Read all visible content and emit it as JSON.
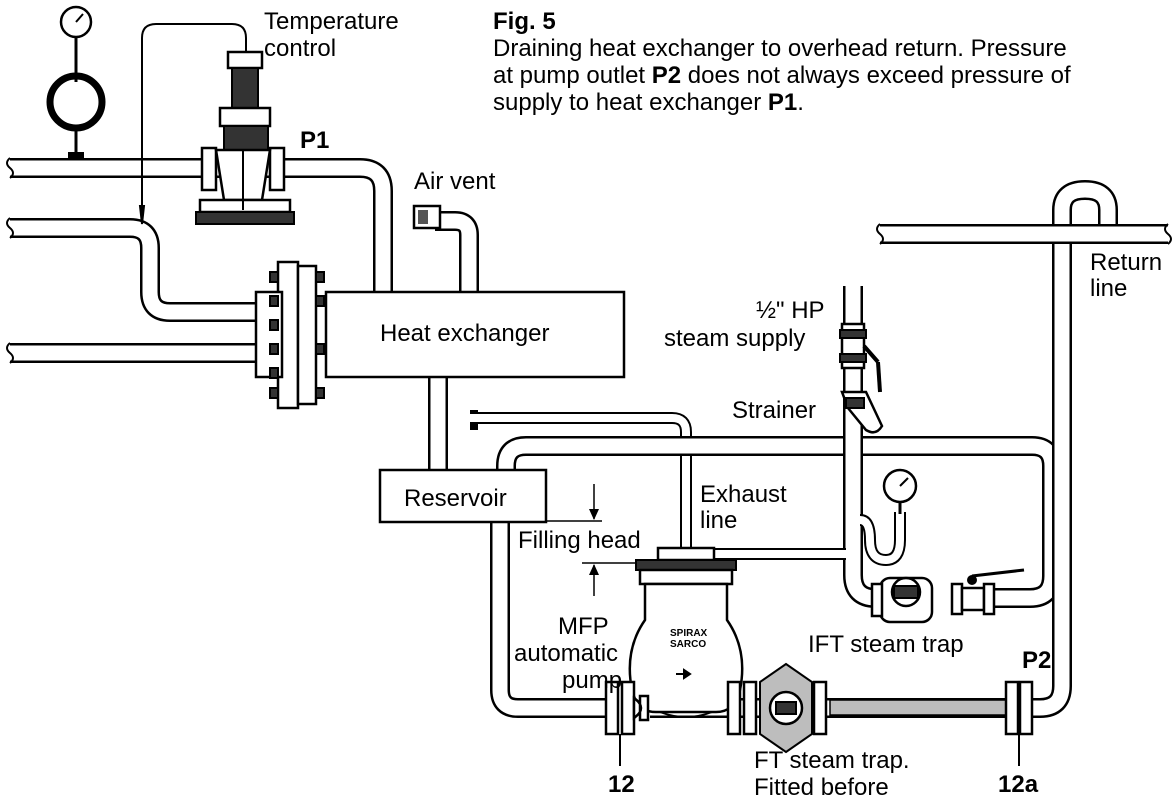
{
  "figure": {
    "number": "Fig. 5",
    "caption_line1": "Draining heat exchanger to overhead return. Pressure",
    "caption_line2_a": "at pump outlet ",
    "caption_line2_b": "P2",
    "caption_line2_c": " does not always exceed pressure of",
    "caption_line3_a": "supply to heat exchanger ",
    "caption_line3_b": "P1",
    "caption_line3_c": "."
  },
  "labels": {
    "temperature_control_1": "Temperature",
    "temperature_control_2": "control",
    "p1": "P1",
    "air_vent": "Air vent",
    "heat_exchanger": "Heat exchanger",
    "reservoir": "Reservoir",
    "filling_head": "Filling head",
    "exhaust_1": "Exhaust",
    "exhaust_2": "line",
    "return_1": "Return",
    "return_2": "line",
    "hp_supply_1": "½\" HP",
    "hp_supply_2": "steam supply",
    "strainer": "Strainer",
    "mfp_1": "MFP",
    "mfp_2": "automatic",
    "mfp_3": "pump",
    "pump_brand_1": "SPIRAX",
    "pump_brand_2": "SARCO",
    "ift_trap": "IFT steam trap",
    "p2": "P2",
    "ft_trap_1": "FT steam trap.",
    "ft_trap_2": "Fitted before",
    "flange_12": "12",
    "flange_12a": "12a"
  }
}
